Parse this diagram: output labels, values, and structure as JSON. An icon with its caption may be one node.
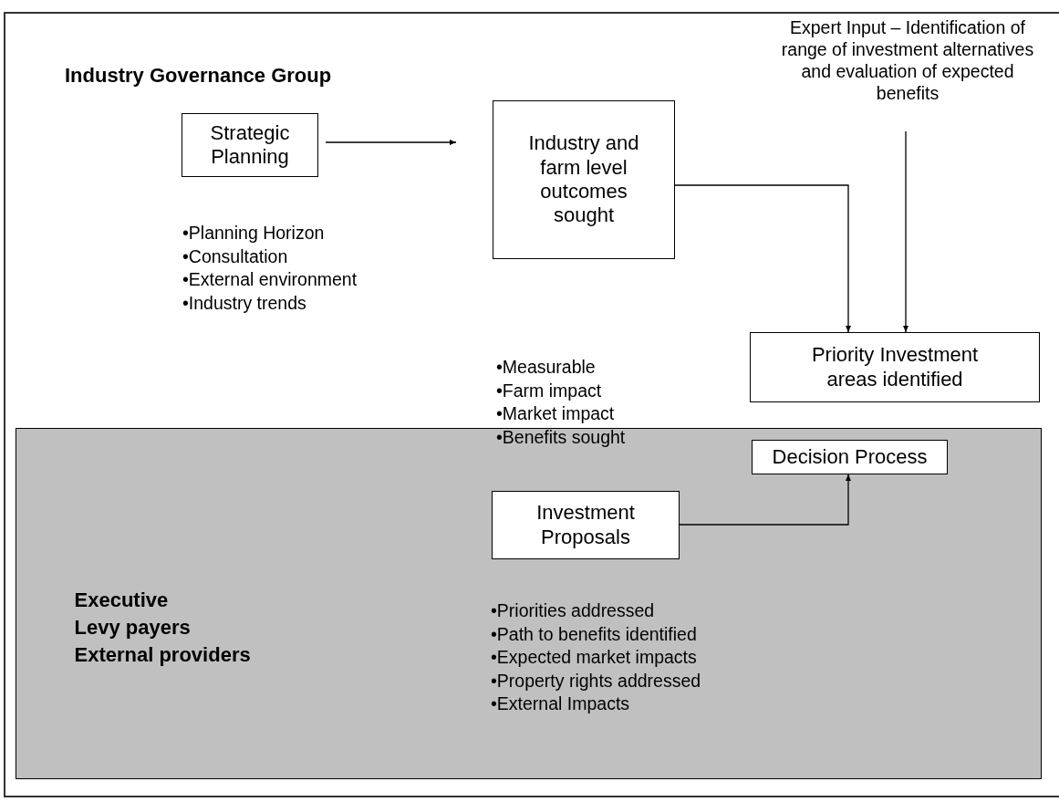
{
  "diagram": {
    "nodes": [
      {
        "text": [
          "Industry Governance Group"
        ]
      },
      {
        "text": [
          "Strategic Planning"
        ],
        "in": 0,
        "beside": [
          "•Planning Horizon",
          "•Consultation",
          "•External environment",
          "•Industry trends"
        ]
      },
      {
        "text": [
          "Industry and farm level outcomes sought"
        ],
        "in": 0,
        "beside": [
          "•Measurable",
          "•Farm impact",
          "•Market impact",
          "•Benefits sought"
        ]
      },
      {
        "text": [
          "Expert Input – Identification of range of investment alternatives and evaluation of expected benefits"
        ],
        "in": 0
      },
      {
        "text": [
          "Priority Investment areas identified"
        ],
        "in": 0
      },
      {
        "text": [
          "Executive",
          "Levy payers",
          "External providers"
        ],
        "in": 0
      },
      {
        "text": [
          "Investment Proposals"
        ],
        "in": 5,
        "beside": [
          "•Priorities addressed",
          "•Path to benefits identified",
          "•Expected market impacts",
          "•Property rights addressed",
          "•External Impacts"
        ]
      },
      {
        "text": [
          "Decision Process"
        ],
        "in": 5
      }
    ],
    "edges": [
      {
        "from": 1,
        "to": 2,
        "arrow": "to"
      },
      {
        "from": 2,
        "to": 4,
        "arrow": "to"
      },
      {
        "from": 3,
        "to": 4,
        "arrow": "to"
      },
      {
        "from": 6,
        "to": 7,
        "arrow": "to"
      }
    ]
  }
}
